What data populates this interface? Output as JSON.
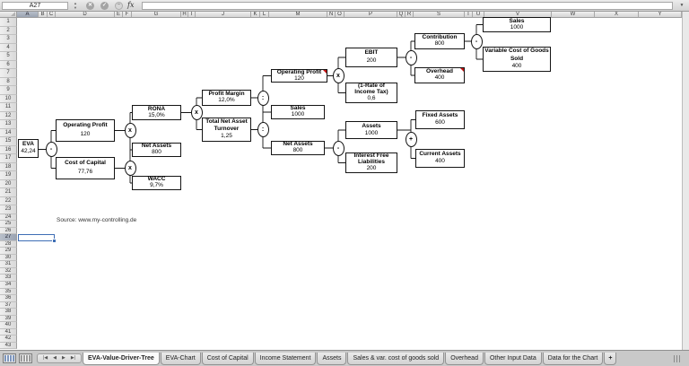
{
  "formula_bar": {
    "cell_reference": "A27",
    "formula_value": "",
    "fx_label": "fx",
    "buttons": [
      {
        "icon": "cancel-icon",
        "glyph": "✕"
      },
      {
        "icon": "accept-icon",
        "glyph": "✓"
      },
      {
        "icon": "entry-icon",
        "glyph": "~"
      }
    ],
    "dropdown_glyph": "▼"
  },
  "sheet": {
    "columns": [
      "A",
      "B",
      "C",
      "D",
      "E",
      "F",
      "G",
      "H",
      "I",
      "J",
      "K",
      "L",
      "M",
      "N",
      "O",
      "P",
      "Q",
      "R",
      "S",
      "T",
      "U",
      "V",
      "W",
      "X",
      "Y"
    ],
    "row_count": 43,
    "selected_cell": "A27",
    "selected_column": "A",
    "selected_row": 27,
    "source_note": "Source: www.my-controlling.de"
  },
  "tree": {
    "nodes": [
      {
        "id": "eva",
        "label": [
          "EVA"
        ],
        "value": "42,24"
      },
      {
        "id": "operating-profit-l2",
        "label": [
          "Operating Profit"
        ],
        "value": "120"
      },
      {
        "id": "cost-of-capital",
        "label": [
          "Cost of Capital"
        ],
        "value": "77,76"
      },
      {
        "id": "rona",
        "label": [
          "RONA"
        ],
        "value": "15,0%"
      },
      {
        "id": "net-assets-l3",
        "label": [
          "Net Assets"
        ],
        "value": "800"
      },
      {
        "id": "wacc",
        "label": [
          "WACC"
        ],
        "value": "9,7%"
      },
      {
        "id": "profit-margin",
        "label": [
          "Profit Margin"
        ],
        "value": "12,0%"
      },
      {
        "id": "total-net-asset-turnover",
        "label": [
          "Total Net Asset",
          "Turnover"
        ],
        "value": "1,25"
      },
      {
        "id": "operating-profit-l5",
        "label": [
          "Operating Profit"
        ],
        "value": "120",
        "comment": true
      },
      {
        "id": "sales-l5",
        "label": [
          "Sales"
        ],
        "value": "1000"
      },
      {
        "id": "net-assets-l5",
        "label": [
          "Net Assets"
        ],
        "value": "800"
      },
      {
        "id": "ebit",
        "label": [
          "EBIT"
        ],
        "value": "200"
      },
      {
        "id": "one-minus-income-tax-rate",
        "label": [
          "(1-Rate of",
          "Income Tax)"
        ],
        "value": "0,6"
      },
      {
        "id": "assets",
        "label": [
          "Assets"
        ],
        "value": "1000"
      },
      {
        "id": "interest-free-liabilities",
        "label": [
          "Interest Free",
          "Liabilities"
        ],
        "value": "200"
      },
      {
        "id": "contribution",
        "label": [
          "Contribution"
        ],
        "value": "800"
      },
      {
        "id": "overhead",
        "label": [
          "Overhead"
        ],
        "value": "400",
        "comment": true
      },
      {
        "id": "fixed-assets",
        "label": [
          "Fixed Assets"
        ],
        "value": "600"
      },
      {
        "id": "current-assets",
        "label": [
          "Current Assets"
        ],
        "value": "400"
      },
      {
        "id": "sales-top",
        "label": [
          "Sales"
        ],
        "value": "1000"
      },
      {
        "id": "variable-cost-of-goods-sold",
        "label": [
          "Variable Cost of Goods",
          "Sold"
        ],
        "value": "400"
      }
    ],
    "operators": [
      {
        "symbol": "-",
        "name": "minus"
      },
      {
        "symbol": "x",
        "name": "times"
      },
      {
        "symbol": "x",
        "name": "times"
      },
      {
        "symbol": "x",
        "name": "times"
      },
      {
        "symbol": ":",
        "name": "divide"
      },
      {
        "symbol": ":",
        "name": "divide"
      },
      {
        "symbol": "x",
        "name": "times"
      },
      {
        "symbol": "-",
        "name": "minus"
      },
      {
        "symbol": "-",
        "name": "minus"
      },
      {
        "symbol": "+",
        "name": "plus"
      },
      {
        "symbol": "-",
        "name": "minus"
      }
    ]
  },
  "tab_bar": {
    "view_icons": [
      "normal-view-icon",
      "page-layout-view-icon"
    ],
    "nav_icons": [
      {
        "name": "first-sheet-icon",
        "glyph": "|◀"
      },
      {
        "name": "prev-sheet-icon",
        "glyph": "◀"
      },
      {
        "name": "next-sheet-icon",
        "glyph": "▶"
      },
      {
        "name": "last-sheet-icon",
        "glyph": "▶|"
      }
    ],
    "tabs": [
      {
        "label": "EVA-Value-Driver-Tree",
        "active": true
      },
      {
        "label": "EVA-Chart",
        "active": false
      },
      {
        "label": "Cost of Capital",
        "active": false
      },
      {
        "label": "Income Statement",
        "active": false
      },
      {
        "label": "Assets",
        "active": false
      },
      {
        "label": "Sales & var. cost of goods sold",
        "active": false
      },
      {
        "label": "Overhead",
        "active": false
      },
      {
        "label": "Other Input Data",
        "active": false
      },
      {
        "label": "Data for the Chart",
        "active": false
      }
    ],
    "add_tab_label": "+"
  },
  "colors": {
    "selection": "#3e6db5",
    "comment_marker": "#c41212",
    "header_highlight": "#a5adb9"
  }
}
